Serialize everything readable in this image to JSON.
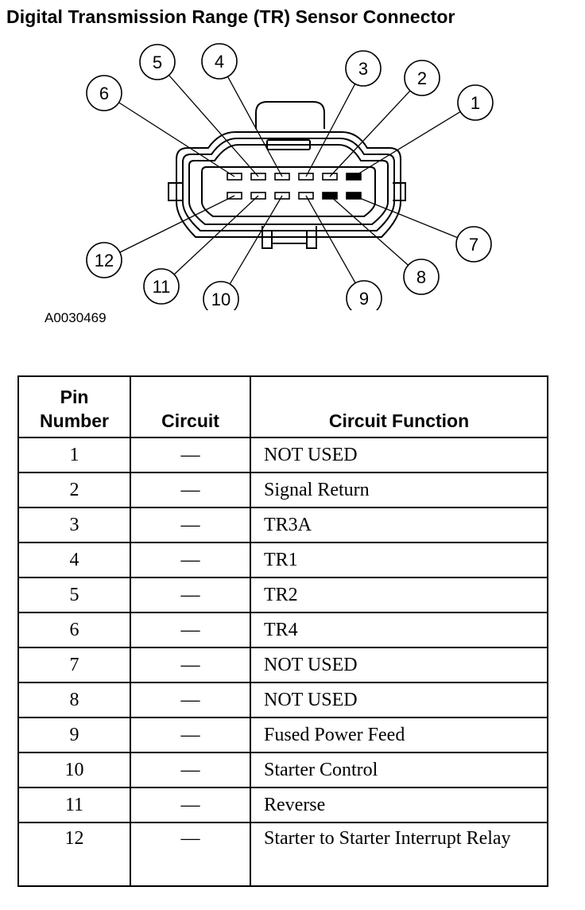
{
  "title": "Digital Transmission Range (TR) Sensor Connector",
  "figure_id": "A0030469",
  "callouts": [
    "1",
    "2",
    "3",
    "4",
    "5",
    "6",
    "7",
    "8",
    "9",
    "10",
    "11",
    "12"
  ],
  "table": {
    "headers": {
      "pin_line1": "Pin",
      "pin_line2": "Number",
      "circuit": "Circuit",
      "function": "Circuit Function"
    },
    "rows": [
      {
        "pin": "1",
        "circuit": "—",
        "function": "NOT USED"
      },
      {
        "pin": "2",
        "circuit": "—",
        "function": "Signal Return"
      },
      {
        "pin": "3",
        "circuit": "—",
        "function": "TR3A"
      },
      {
        "pin": "4",
        "circuit": "—",
        "function": "TR1"
      },
      {
        "pin": "5",
        "circuit": "—",
        "function": "TR2"
      },
      {
        "pin": "6",
        "circuit": "—",
        "function": "TR4"
      },
      {
        "pin": "7",
        "circuit": "—",
        "function": "NOT USED"
      },
      {
        "pin": "8",
        "circuit": "—",
        "function": "NOT USED"
      },
      {
        "pin": "9",
        "circuit": "—",
        "function": "Fused Power Feed"
      },
      {
        "pin": "10",
        "circuit": "—",
        "function": "Starter Control"
      },
      {
        "pin": "11",
        "circuit": "—",
        "function": "Reverse"
      },
      {
        "pin": "12",
        "circuit": "—",
        "function": "Starter to Starter Interrupt Relay"
      }
    ]
  }
}
